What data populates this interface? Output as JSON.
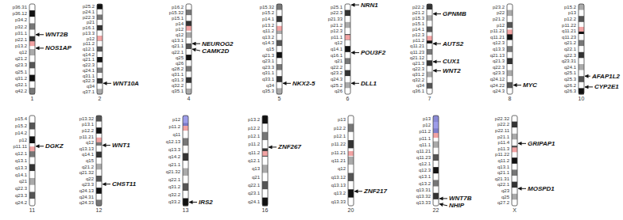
{
  "diagram": {
    "labels": [
      "p36.31",
      "p36.12",
      "p34.2",
      "p32.2",
      "p31.1",
      "p22.1",
      "p13.2",
      "q12",
      "q21.2",
      "q23.3",
      "q25.1",
      "q31.2",
      "q32.1",
      "q42.2",
      "WNT2B",
      "NOS1AP",
      "1",
      "p25.2",
      "p24.1",
      "p22.3",
      "p21",
      "p16.1",
      "p13.3",
      "p12",
      "p11.2",
      "q12.1",
      "q14.2",
      "q21.1",
      "q22.3",
      "q24.1",
      "q31.1",
      "q32.3",
      "q34",
      "q37.1",
      "WNT10A",
      "2",
      "p16.2",
      "p15.32",
      "p15.1",
      "p14",
      "p12",
      "q12",
      "q13.1",
      "q21.1",
      "q22.1",
      "q25",
      "q26",
      "q28.2",
      "q31.1",
      "q31.3",
      "q32.2",
      "q35.1",
      "NEUROG2",
      "CAMK2D",
      "4",
      "p15.32",
      "p15.2",
      "p14.1",
      "p13.2",
      "q11.2",
      "q13.2",
      "q14.3",
      "q15",
      "q21.3",
      "q23.1",
      "q23.3",
      "q31.1",
      "q33.1",
      "q34",
      "q35.3",
      "NKX2-5",
      "5",
      "p25.1",
      "p22.3",
      "p21.33",
      "p21.2",
      "p12.3",
      "p11.1",
      "q12",
      "q14.1",
      "q16.1",
      "q21",
      "q22.2",
      "q23.2",
      "q24.3",
      "q25.2",
      "q26",
      "NRN1",
      "POU3F2",
      "DLL1",
      "6",
      "p22.2",
      "p21.2",
      "p15.3",
      "p15.1",
      "p14.1",
      "p12.3",
      "p11.2",
      "q11.21",
      "q11.23",
      "q21.12",
      "q21.3",
      "q22.3",
      "q31.2",
      "q32.2",
      "q34",
      "q36.1",
      "GPNMB",
      "AUTS2",
      "CUX1",
      "WNT2",
      "7",
      "p23.2",
      "p22",
      "p21.2",
      "p12",
      "p11.21",
      "q11.21",
      "q12.3",
      "q13.3",
      "q21.13",
      "q21.3",
      "q22.3",
      "q23.3",
      "q24.12",
      "q24.22",
      "q24.3",
      "MYC",
      "8",
      "p15.2",
      "p13",
      "p12.2",
      "p11.22",
      "q11.21",
      "q11.23",
      "q21.2",
      "q22.1",
      "q22.3",
      "q23.31",
      "q24.1",
      "q25.1",
      "q25.3",
      "q26.2",
      "q26.3",
      "AFAP1L2",
      "CYP2E1",
      "10",
      "p15.4",
      "p15.2",
      "p14.2",
      "p12",
      "p11.11",
      "q12.1",
      "q13.1",
      "q13.3",
      "q14.1",
      "q21",
      "q22.3",
      "q23.3",
      "q24.2",
      "DGKZ",
      "11",
      "p13.32",
      "p13.1",
      "p12.2",
      "p11.21",
      "q12",
      "q13.13",
      "q14.1",
      "q15",
      "q21.2",
      "q21.32",
      "q22",
      "q23.3",
      "q24.13",
      "q24.31",
      "q24.33",
      "WNT1",
      "CHST11",
      "12",
      "p12",
      "p11.2",
      "q11",
      "q12.13",
      "q13.3",
      "q14.2",
      "q21.1",
      "q21.32",
      "q22.1",
      "q31.2",
      "q32.2",
      "q33.2",
      "IRS2",
      "13",
      "p13.2",
      "p12.2",
      "p12.1",
      "p11.2",
      "q11.2",
      "q12.1",
      "q13",
      "q21",
      "q22.1",
      "q23.1",
      "q24.1",
      "ZNF267",
      "16",
      "p13",
      "p12.2",
      "p12.1",
      "p11.22",
      "p11.21",
      "q11.21",
      "q12",
      "q13.12",
      "q13.13",
      "q13.2",
      "q13.33",
      "ZNF217",
      "20",
      "p13",
      "p12",
      "p11.2",
      "p11.1",
      "q11.1",
      "q11.21",
      "q11.23",
      "q12.1",
      "q12.3",
      "q13.1",
      "q13.2",
      "q13.31",
      "q13.32",
      "q13.33",
      "WNT7B",
      "NHIP",
      "22",
      "p22.32",
      "p22.2",
      "p22.11",
      "p21.1",
      "p11.4",
      "p11.3",
      "p11.22",
      "q11.2",
      "q13.1",
      "q21.1",
      "q21.31",
      "q22.1",
      "q23",
      "q25",
      "q27.2",
      "GRIPAP1",
      "MOSPD1",
      "X"
    ]
  }
}
